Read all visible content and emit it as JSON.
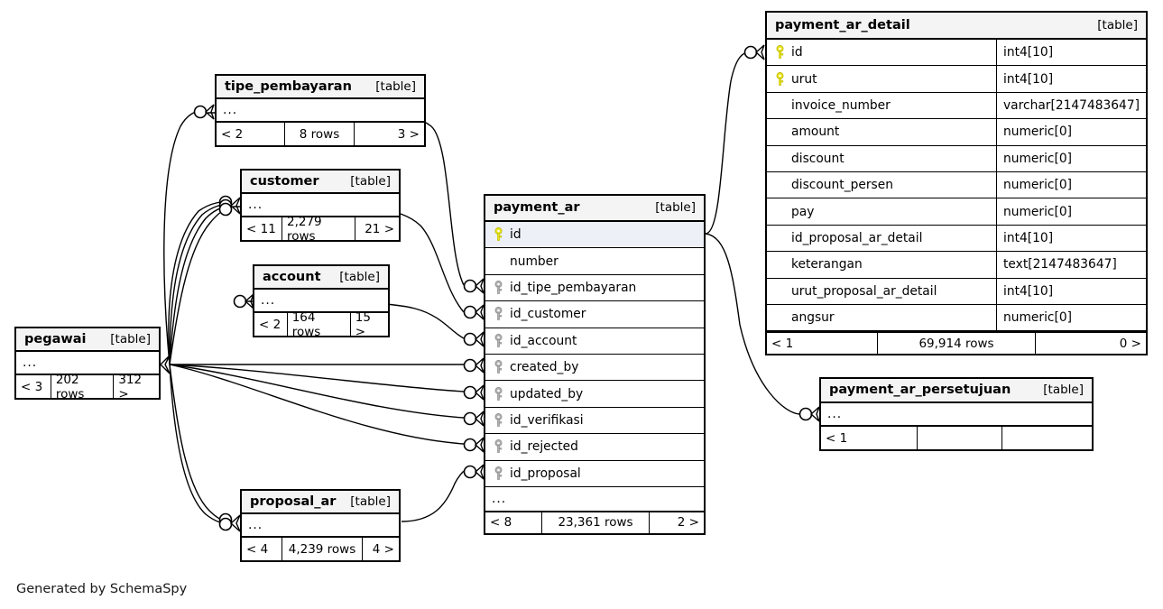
{
  "caption": "Generated by SchemaSpy",
  "table_tag": "[table]",
  "ellipsis": "...",
  "tables": {
    "payment_ar_detail": {
      "name": "payment_ar_detail",
      "tag": "[table]",
      "columns": [
        {
          "name": "id",
          "type": "int4[10]",
          "key": "primary"
        },
        {
          "name": "urut",
          "type": "int4[10]",
          "key": "primary"
        },
        {
          "name": "invoice_number",
          "type": "varchar[2147483647]",
          "key": "none"
        },
        {
          "name": "amount",
          "type": "numeric[0]",
          "key": "none"
        },
        {
          "name": "discount",
          "type": "numeric[0]",
          "key": "none"
        },
        {
          "name": "discount_persen",
          "type": "numeric[0]",
          "key": "none"
        },
        {
          "name": "pay",
          "type": "numeric[0]",
          "key": "none"
        },
        {
          "name": "id_proposal_ar_detail",
          "type": "int4[10]",
          "key": "none"
        },
        {
          "name": "keterangan",
          "type": "text[2147483647]",
          "key": "none"
        },
        {
          "name": "urut_proposal_ar_detail",
          "type": "int4[10]",
          "key": "none"
        },
        {
          "name": "angsur",
          "type": "numeric[0]",
          "key": "none"
        }
      ],
      "footer": {
        "left": "< 1",
        "mid": "69,914 rows",
        "right": "0 >"
      }
    },
    "payment_ar": {
      "name": "payment_ar",
      "tag": "[table]",
      "columns": [
        {
          "name": "id",
          "type": "",
          "key": "primary"
        },
        {
          "name": "number",
          "type": "",
          "key": "none"
        },
        {
          "name": "id_tipe_pembayaran",
          "type": "",
          "key": "foreign"
        },
        {
          "name": "id_customer",
          "type": "",
          "key": "foreign"
        },
        {
          "name": "id_account",
          "type": "",
          "key": "foreign"
        },
        {
          "name": "created_by",
          "type": "",
          "key": "foreign"
        },
        {
          "name": "updated_by",
          "type": "",
          "key": "foreign"
        },
        {
          "name": "id_verifikasi",
          "type": "",
          "key": "foreign"
        },
        {
          "name": "id_rejected",
          "type": "",
          "key": "foreign"
        },
        {
          "name": "id_proposal",
          "type": "",
          "key": "foreign"
        }
      ],
      "footer": {
        "left": "< 8",
        "mid": "23,361 rows",
        "right": "2 >"
      }
    },
    "tipe_pembayaran": {
      "name": "tipe_pembayaran",
      "tag": "[table]",
      "footer": {
        "left": "< 2",
        "mid": "8 rows",
        "right": "3 >"
      }
    },
    "customer": {
      "name": "customer",
      "tag": "[table]",
      "footer": {
        "left": "< 11",
        "mid": "2,279 rows",
        "right": "21 >"
      }
    },
    "account": {
      "name": "account",
      "tag": "[table]",
      "footer": {
        "left": "< 2",
        "mid": "164 rows",
        "right": "15 >"
      }
    },
    "pegawai": {
      "name": "pegawai",
      "tag": "[table]",
      "footer": {
        "left": "< 3",
        "mid": "202 rows",
        "right": "312 >"
      }
    },
    "proposal_ar": {
      "name": "proposal_ar",
      "tag": "[table]",
      "footer": {
        "left": "< 4",
        "mid": "4,239 rows",
        "right": "4 >"
      }
    },
    "payment_ar_persetujuan": {
      "name": "payment_ar_persetujuan",
      "tag": "[table]",
      "footer": {
        "left": "< 1",
        "mid": "",
        "right": ""
      }
    }
  },
  "colors": {
    "primary_key": "#e8e41e",
    "foreign_key": "#aaaaaa",
    "header_bg": "#f4f4f4",
    "row_highlight": "#edf0f6",
    "line": "#000000"
  }
}
